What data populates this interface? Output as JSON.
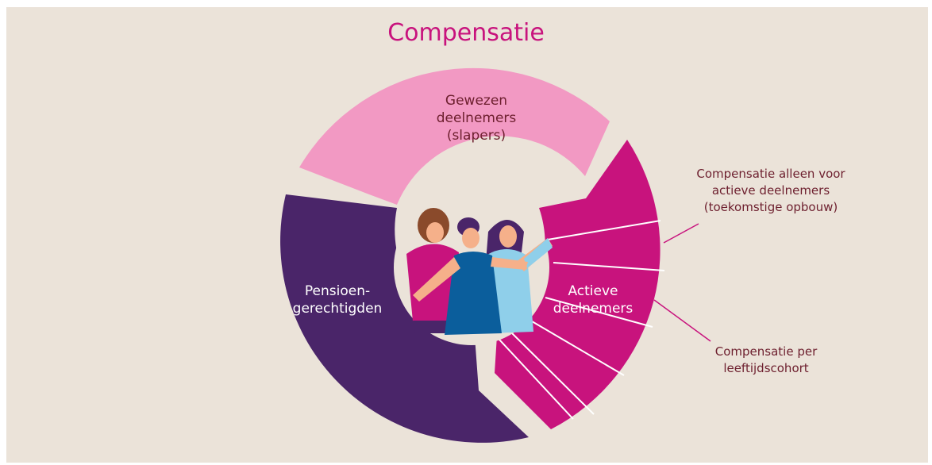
{
  "title": "Compensatie",
  "segments": {
    "slapers": {
      "label_lines": [
        "Gewezen",
        "deelnemers",
        "(slapers)"
      ],
      "color": "#f299c3",
      "text_color": "#6d1f2e"
    },
    "pensioen": {
      "label_lines": [
        "Pensioen-",
        "gerechtigden"
      ],
      "color": "#4a2569",
      "text_color": "#ffffff"
    },
    "actieve": {
      "label_lines": [
        "Actieve",
        "deelnemers"
      ],
      "color": "#c8137d",
      "text_color": "#ffffff"
    }
  },
  "annotations": {
    "top": {
      "lines": [
        "Compensatie alleen voor",
        "actieve deelnemers",
        "(toekomstige opbouw)"
      ]
    },
    "bottom": {
      "lines": [
        "Compensatie per",
        "leeftijdscohort"
      ]
    }
  },
  "colors": {
    "background": "#ebe3d9",
    "title": "#c8137d",
    "annotation_text": "#6d1f2e",
    "leader_line": "#c8137d"
  }
}
